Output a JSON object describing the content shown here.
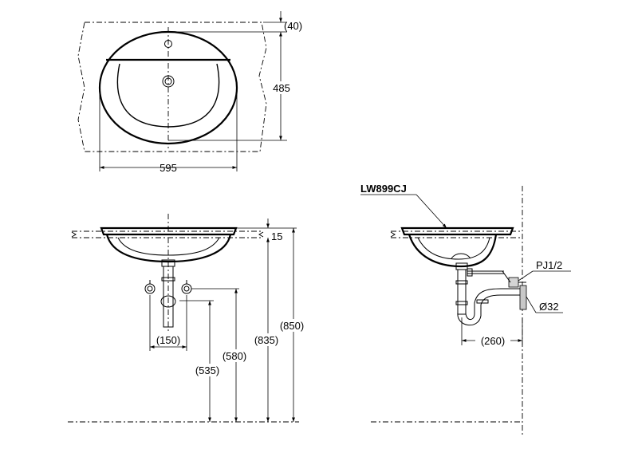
{
  "model": "LW899CJ",
  "top_view": {
    "width_label": "595",
    "depth_label": "485",
    "back_offset_label": "(40)"
  },
  "front_view": {
    "rim_thickness_label": "15",
    "total_height_label": "(850)",
    "counter_height_label": "(835)",
    "supply_height_label": "(580)",
    "drain_height_label": "(535)",
    "supply_spacing_label": "(150)"
  },
  "side_view": {
    "supply_label": "PJ1/2",
    "drain_pipe_label": "Ø32",
    "wall_offset_label": "(260)"
  }
}
